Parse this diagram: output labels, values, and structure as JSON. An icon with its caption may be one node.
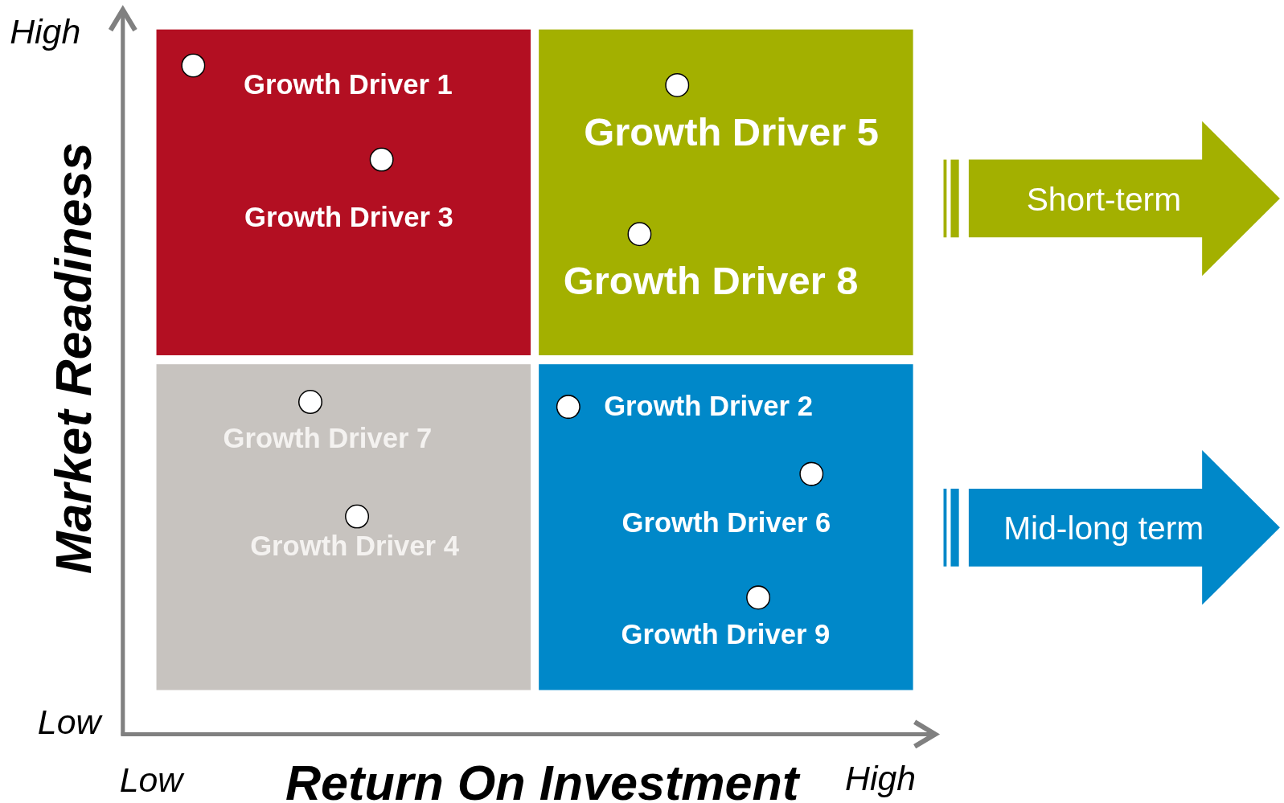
{
  "diagram": {
    "nodes": [
      {
        "text": [],
        "shape": "box"
      },
      {
        "text": [
          "Growth Driver 1"
        ],
        "in": 0
      },
      {
        "text": [
          "Growth Driver 3"
        ],
        "in": 0
      },
      {
        "text": [],
        "shape": "box"
      },
      {
        "text": [
          "Growth Driver 5"
        ],
        "in": 3
      },
      {
        "text": [
          "Growth Driver 8"
        ],
        "in": 3
      },
      {
        "text": [
          "Short-term"
        ]
      },
      {
        "text": [],
        "shape": "box"
      },
      {
        "text": [
          "Growth Driver 7"
        ],
        "in": 7
      },
      {
        "text": [
          "Growth Driver 4"
        ],
        "in": 7
      },
      {
        "text": [],
        "shape": "box"
      },
      {
        "text": [
          "Growth Driver 2"
        ],
        "in": 10
      },
      {
        "text": [
          "Growth Driver 6"
        ],
        "in": 10
      },
      {
        "text": [
          "Growth Driver 9"
        ],
        "in": 10
      },
      {
        "text": [
          "Mid-long term"
        ]
      }
    ],
    "edges": [],
    "labels": [
      "High",
      "Market Readiness",
      "Low",
      "Low",
      "Return On Investment",
      "High"
    ]
  }
}
